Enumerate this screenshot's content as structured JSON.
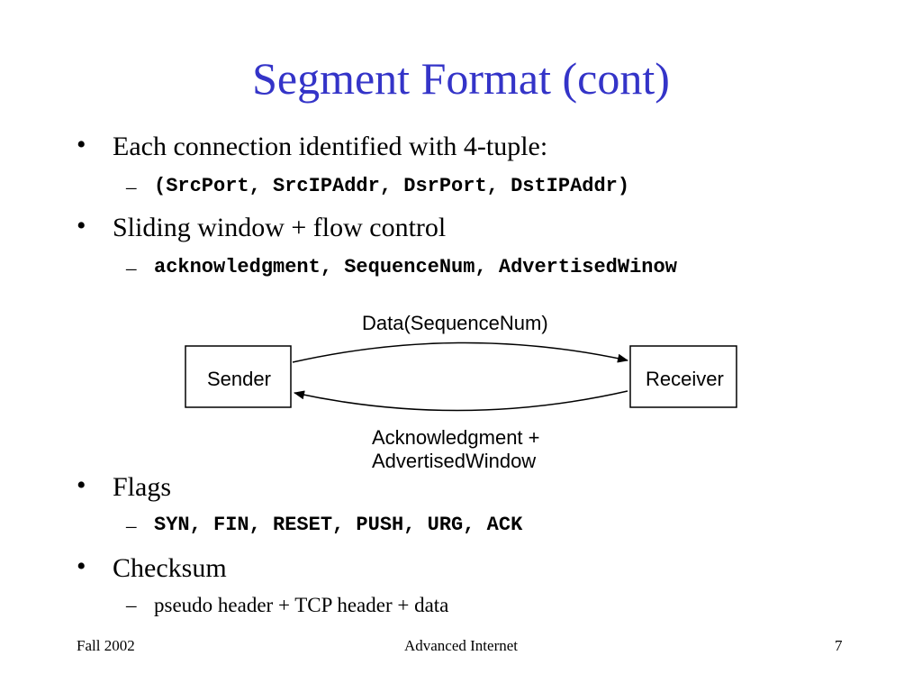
{
  "title": "Segment Format (cont)",
  "bullets": [
    {
      "text": "Each connection identified with 4-tuple:",
      "sub": "(SrcPort, SrcIPAddr, DsrPort, DstIPAddr)"
    },
    {
      "text": "Sliding window + flow control",
      "sub": "acknowledgment, SequenceNum, AdvertisedWinow"
    },
    {
      "text": "Flags",
      "sub": "SYN, FIN, RESET, PUSH, URG, ACK"
    },
    {
      "text": "Checksum",
      "sub": "pseudo header + TCP header + data"
    }
  ],
  "bullet_marker": "•",
  "sub_marker": "–",
  "diagram": {
    "sender": "Sender",
    "receiver": "Receiver",
    "top_arrow_label": "Data(SequenceNum)",
    "bottom_arrow_label_line1": "Acknowledgment +",
    "bottom_arrow_label_line2": "AdvertisedWindow"
  },
  "footer": {
    "left": "Fall 2002",
    "center": "Advanced Internet",
    "right": "7"
  }
}
